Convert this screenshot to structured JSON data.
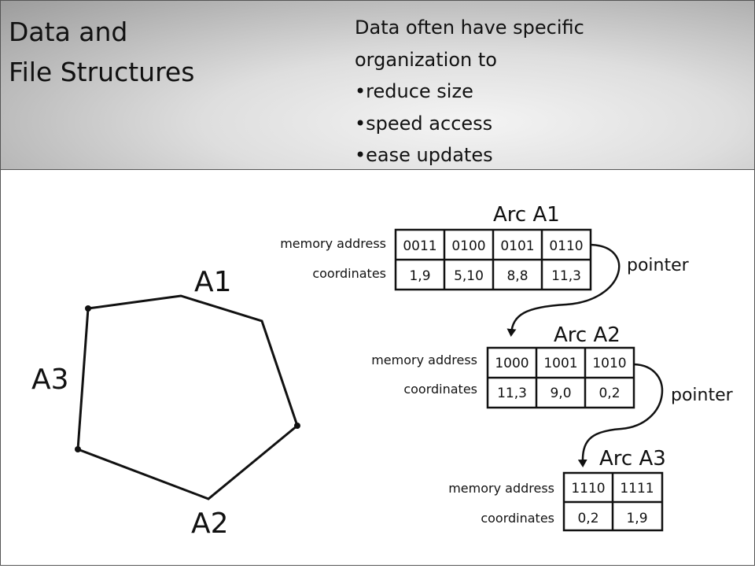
{
  "title": {
    "line1": "Data and",
    "line2": "File Structures"
  },
  "intro": {
    "line1": "Data often have specific",
    "line2": "organization to",
    "bullets": [
      "•reduce size",
      "•speed access",
      "•ease updates"
    ]
  },
  "polygon_labels": {
    "a1": "A1",
    "a2": "A2",
    "a3": "A3"
  },
  "row_labels": {
    "memory": "memory address",
    "coords": "coordinates"
  },
  "pointer_label": "pointer",
  "arcs": [
    {
      "title": "Arc A1",
      "addresses": [
        "0011",
        "0100",
        "0101",
        "0110"
      ],
      "coordinates": [
        "1,9",
        "5,10",
        "8,8",
        "11,3"
      ]
    },
    {
      "title": "Arc A2",
      "addresses": [
        "1000",
        "1001",
        "1010"
      ],
      "coordinates": [
        "11,3",
        "9,0",
        "0,2"
      ]
    },
    {
      "title": "Arc A3",
      "addresses": [
        "1110",
        "1111"
      ],
      "coordinates": [
        "0,2",
        "1,9"
      ]
    }
  ]
}
